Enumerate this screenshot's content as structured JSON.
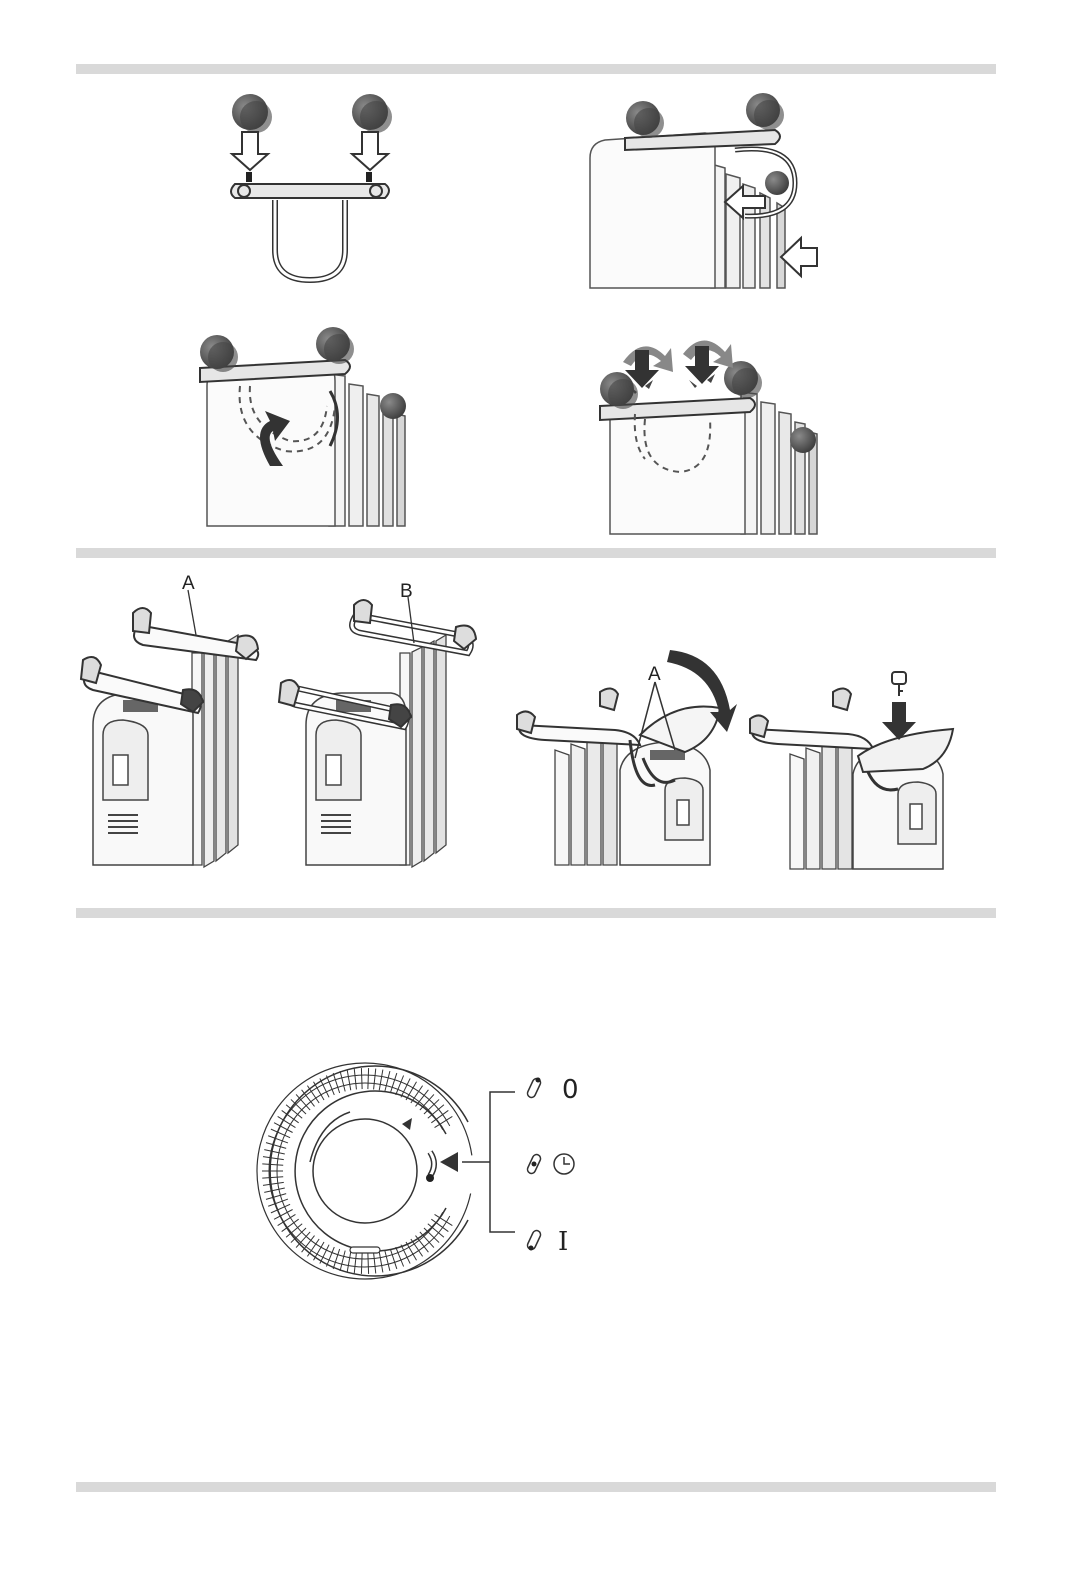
{
  "section_bars": [
    "bar-1",
    "bar-2",
    "bar-3",
    "bar-4"
  ],
  "figure_mounting": {
    "steps": [
      "attach-wheels",
      "insert-bracket",
      "rotate-bracket",
      "tighten-wing-nuts"
    ]
  },
  "figure_handles": {
    "label_a": "A",
    "label_b": "B",
    "label_a_cover": "A"
  },
  "figure_dial": {
    "positions": [
      {
        "icon": "pin-up-icon",
        "symbol": "0"
      },
      {
        "icon": "pin-middle-icon",
        "symbol": "clock-icon"
      },
      {
        "icon": "pin-down-icon",
        "symbol": "I"
      }
    ]
  },
  "colors": {
    "section_bar": "#d9d9d9",
    "line": "#333333",
    "wheel": "#555555"
  }
}
